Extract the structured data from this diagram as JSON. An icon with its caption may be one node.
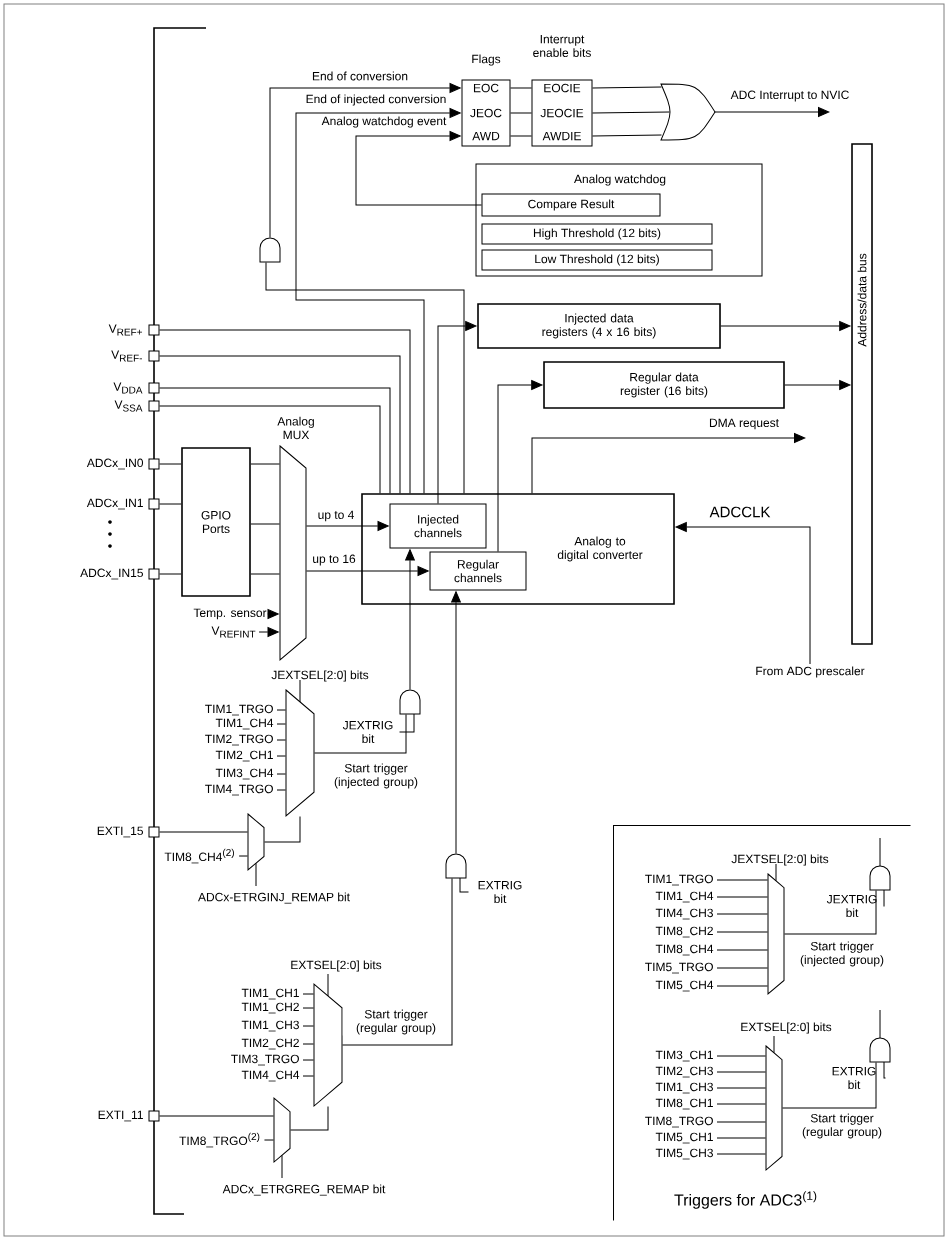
{
  "diagram": {
    "nodes": [
      {
        "text": [
          "Flags",
          "EOC",
          "JEOC",
          "AWD"
        ]
      },
      {
        "text": [
          "Interrupt enable bits",
          "EOCIE",
          "JEOCIE",
          "AWDIE"
        ]
      },
      {
        "text": [],
        "shape": "gate"
      },
      {
        "text": [
          "Analog watchdog"
        ]
      },
      {
        "text": [
          "Compare Result"
        ],
        "in": 3
      },
      {
        "text": [
          "High Threshold (12 bits)"
        ],
        "in": 3
      },
      {
        "text": [
          "Low Threshold (12 bits)"
        ],
        "in": 3
      },
      {
        "text": [
          "Injected data registers (4 x 16 bits)"
        ]
      },
      {
        "text": [
          "Address/data bus"
        ]
      },
      {
        "text": [
          "Regular data register (16 bits)"
        ]
      },
      {
        "text": [
          "Analog to digital converter"
        ]
      },
      {
        "text": [
          "Injected channels"
        ],
        "in": 10
      },
      {
        "text": [
          "Regular channels"
        ],
        "in": 10
      },
      {
        "text": [],
        "shape": "gate"
      },
      {
        "text": [
          "V$_{REF+}$"
        ]
      },
      {
        "text": [
          "V$_{REF-}$"
        ]
      },
      {
        "text": [
          "V$_{DDA}$"
        ]
      },
      {
        "text": [
          "V$_{SSA}$"
        ]
      },
      {
        "text": [
          "ADCx_IN0"
        ]
      },
      {
        "text": [
          "ADCx_IN1"
        ]
      },
      {
        "text": [
          "ADCx_IN15"
        ]
      },
      {
        "text": [
          "GPIO Ports"
        ]
      },
      {
        "text": [
          "Analog MUX"
        ]
      },
      {
        "text": [
          "Temp. sensor"
        ]
      },
      {
        "text": [
          "V$_{REFINT}$"
        ]
      },
      {
        "text": [
          "From ADC prescaler"
        ]
      },
      {
        "text": [
          "JEXTSEL[2:0] bits"
        ],
        "beside": [
          "TIM1_TRGO",
          "TIM1_CH4",
          "TIM2_TRGO",
          "TIM2_CH1",
          "TIM3_CH4",
          "TIM4_TRGO"
        ]
      },
      {
        "text": [],
        "shape": "gate",
        "beside": [
          "JEXTRIG bit"
        ]
      },
      {
        "text": [
          "EXTI_15"
        ]
      },
      {
        "text": [],
        "shape": "trapezoid",
        "beside": [
          "TIM8_CH4$^{(2)}$",
          "ADCx-ETRGINJ_REMAP bit"
        ]
      },
      {
        "text": [],
        "shape": "gate",
        "beside": [
          "EXTRIG bit"
        ]
      },
      {
        "text": [
          "EXTSEL[2:0] bits"
        ],
        "beside": [
          "TIM1_CH1",
          "TIM1_CH2",
          "TIM1_CH3",
          "TIM2_CH2",
          "TIM3_TRGO",
          "TIM4_CH4"
        ]
      },
      {
        "text": [
          "EXTI_11"
        ]
      },
      {
        "text": [],
        "shape": "trapezoid",
        "beside": [
          "TIM8_TRGO$^{(2)}$",
          "ADCx_ETRGREG_REMAP bit"
        ]
      },
      {
        "text": [
          "Triggers for ADC3$^{(1)}$"
        ]
      },
      {
        "text": [
          "JEXTSEL[2:0] bits"
        ],
        "in": 34,
        "beside": [
          "TIM1_TRGO",
          "TIM1_CH4",
          "TIM4_CH3",
          "TIM8_CH2",
          "TIM8_CH4",
          "TIM5_TRGO",
          "TIM5_CH4"
        ]
      },
      {
        "text": [],
        "shape": "gate",
        "in": 34,
        "beside": [
          "JEXTRIG bit"
        ]
      },
      {
        "text": [
          "EXTSEL[2:0] bits"
        ],
        "in": 34,
        "beside": [
          "TIM3_CH1",
          "TIM2_CH3",
          "TIM1_CH3",
          "TIM8_CH1",
          "TIM8_TRGO",
          "TIM5_CH1",
          "TIM5_CH3"
        ]
      },
      {
        "text": [],
        "shape": "gate",
        "in": 34,
        "beside": [
          "EXTRIG bit"
        ]
      }
    ],
    "edges": [
      {
        "from": 0,
        "to": 1,
        "arrow": "none"
      },
      {
        "from": 0,
        "to": 1,
        "arrow": "none"
      },
      {
        "from": 0,
        "to": 1,
        "arrow": "none"
      },
      {
        "from": 1,
        "to": 2,
        "arrow": "none"
      },
      {
        "from": 1,
        "to": 2,
        "arrow": "none"
      },
      {
        "from": 1,
        "to": 2,
        "arrow": "none"
      },
      {
        "from": 2,
        "to": null,
        "arrow": "to",
        "label": "ADC Interrupt to NVIC"
      },
      {
        "from": 13,
        "to": 0,
        "arrow": "to",
        "label": "End of conversion"
      },
      {
        "from": 10,
        "to": 0,
        "arrow": "to",
        "label": "End of injected conversion"
      },
      {
        "from": 4,
        "to": 0,
        "arrow": "to",
        "label": "Analog watchdog event"
      },
      {
        "from": 7,
        "to": 8,
        "arrow": "to"
      },
      {
        "from": 9,
        "to": 8,
        "arrow": "to"
      },
      {
        "from": 11,
        "to": 7,
        "arrow": "to"
      },
      {
        "from": 12,
        "to": 9,
        "arrow": "to"
      },
      {
        "from": 10,
        "to": null,
        "arrow": "to",
        "label": "DMA request"
      },
      {
        "from": 25,
        "to": 10,
        "arrow": "to",
        "label": "ADCCLK"
      },
      {
        "from": 14,
        "to": 10,
        "arrow": "none"
      },
      {
        "from": 15,
        "to": 10,
        "arrow": "none"
      },
      {
        "from": 16,
        "to": 10,
        "arrow": "none"
      },
      {
        "from": 17,
        "to": 10,
        "arrow": "none"
      },
      {
        "from": 18,
        "to": 21,
        "arrow": "none"
      },
      {
        "from": 19,
        "to": 21,
        "arrow": "none"
      },
      {
        "from": 20,
        "to": 21,
        "arrow": "none"
      },
      {
        "from": 21,
        "to": 22,
        "arrow": "none"
      },
      {
        "from": 21,
        "to": 22,
        "arrow": "none"
      },
      {
        "from": 21,
        "to": 22,
        "arrow": "none"
      },
      {
        "from": 22,
        "to": 11,
        "arrow": "to",
        "label": "up to 4"
      },
      {
        "from": 22,
        "to": 12,
        "arrow": "to",
        "label": "up to 16"
      },
      {
        "from": 23,
        "to": 22,
        "arrow": "to"
      },
      {
        "from": 24,
        "to": 22,
        "arrow": "to"
      },
      {
        "from": 26,
        "to": 27,
        "arrow": "none",
        "label": "Start trigger (injected group)"
      },
      {
        "from": 27,
        "to": 11,
        "arrow": "to"
      },
      {
        "from": 28,
        "to": 29,
        "arrow": "none"
      },
      {
        "from": 29,
        "to": 26,
        "arrow": "none"
      },
      {
        "from": 31,
        "to": 30,
        "arrow": "none",
        "label": "Start trigger (regular group)"
      },
      {
        "from": 30,
        "to": 12,
        "arrow": "to"
      },
      {
        "from": 32,
        "to": 33,
        "arrow": "none"
      },
      {
        "from": 33,
        "to": 31,
        "arrow": "none"
      },
      {
        "from": 35,
        "to": 36,
        "arrow": "none",
        "label": "Start trigger (injected group)"
      },
      {
        "from": 37,
        "to": 38,
        "arrow": "none",
        "label": "Start trigger (regular group)"
      },
      {
        "from": 10,
        "to": 13,
        "arrow": "none"
      }
    ]
  }
}
